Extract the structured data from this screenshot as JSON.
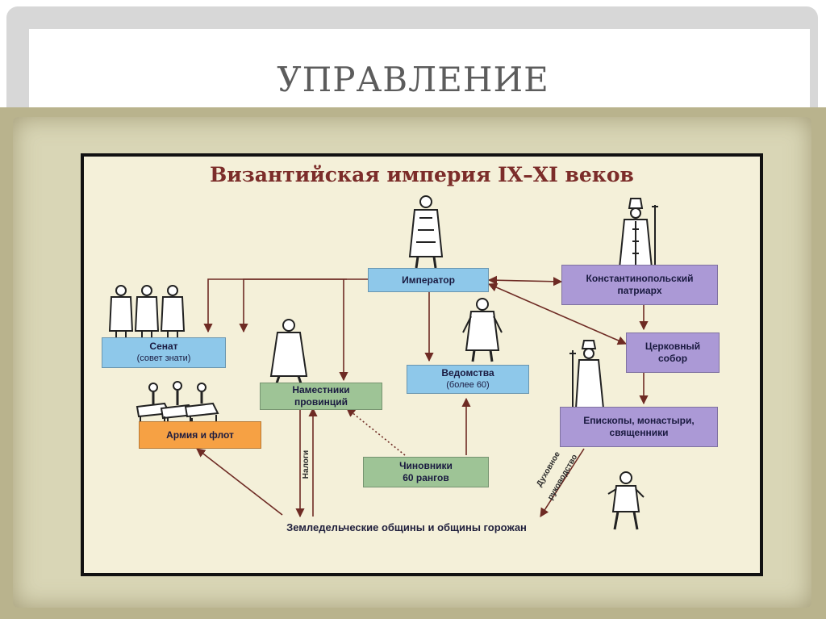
{
  "slide": {
    "title": "УПРАВЛЕНИЕ"
  },
  "diagram": {
    "heading": "Византийская империя IX–XI веков",
    "nodes": {
      "emperor": {
        "label": "Император"
      },
      "patriarch": {
        "line1": "Константинопольский",
        "line2": "патриарх"
      },
      "senate": {
        "label": "Сенат",
        "sub": "(совет знати)"
      },
      "governors": {
        "line1": "Наместники",
        "line2": "провинций"
      },
      "ministries": {
        "label": "Ведомства",
        "sub": "(более 60)"
      },
      "church_council": {
        "line1": "Церковный",
        "line2": "собор"
      },
      "bishops": {
        "line1": "Епископы, монастыри,",
        "line2": "священники"
      },
      "army": {
        "label": "Армия и флот"
      },
      "officials": {
        "line1": "Чиновники",
        "line2": "60 рангов"
      },
      "communities": {
        "label": "Земледельческие общины и общины горожан"
      }
    },
    "edge_labels": {
      "taxes": "Налоги",
      "spiritual": "Духовное",
      "guidance": "руководство"
    },
    "colors": {
      "blue": "#8ec8ea",
      "violet": "#ab99d6",
      "green": "#9ec496",
      "orange": "#f6a144",
      "arrow": "#6e2b24",
      "heading": "#7c2d2a"
    }
  }
}
